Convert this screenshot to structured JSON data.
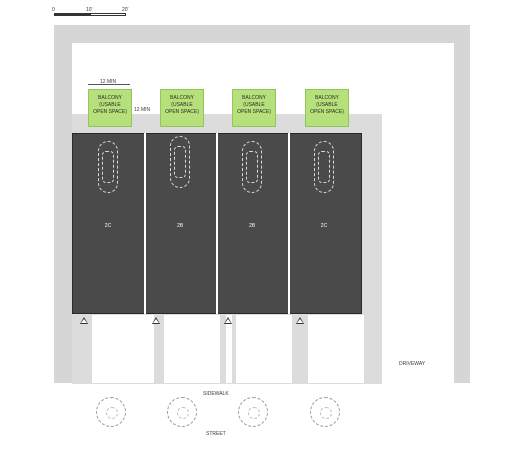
{
  "scale": {
    "labels": [
      "0",
      "10'",
      "20'"
    ]
  },
  "dimensions": {
    "balcony_width": "12 MIN",
    "balcony_gap": "12 MIN"
  },
  "balconies": [
    {
      "line1": "BALCONY",
      "line2": "(USABLE",
      "line3": "OPEN SPACE)"
    },
    {
      "line1": "BALCONY",
      "line2": "(USABLE",
      "line3": "OPEN SPACE)"
    },
    {
      "line1": "BALCONY",
      "line2": "(USABLE",
      "line3": "OPEN SPACE)"
    },
    {
      "line1": "BALCONY",
      "line2": "(USABLE",
      "line3": "OPEN SPACE)"
    }
  ],
  "units": [
    {
      "label": "2C"
    },
    {
      "label": "2B"
    },
    {
      "label": "2B"
    },
    {
      "label": "2C"
    }
  ],
  "labels": {
    "driveway": "DRIVEWAY",
    "sidewalk": "SIDEWALK",
    "street": "STREET"
  },
  "colors": {
    "building": "#4a4a4a",
    "balcony": "#b5e07a",
    "paving": "#d6d6d6"
  }
}
